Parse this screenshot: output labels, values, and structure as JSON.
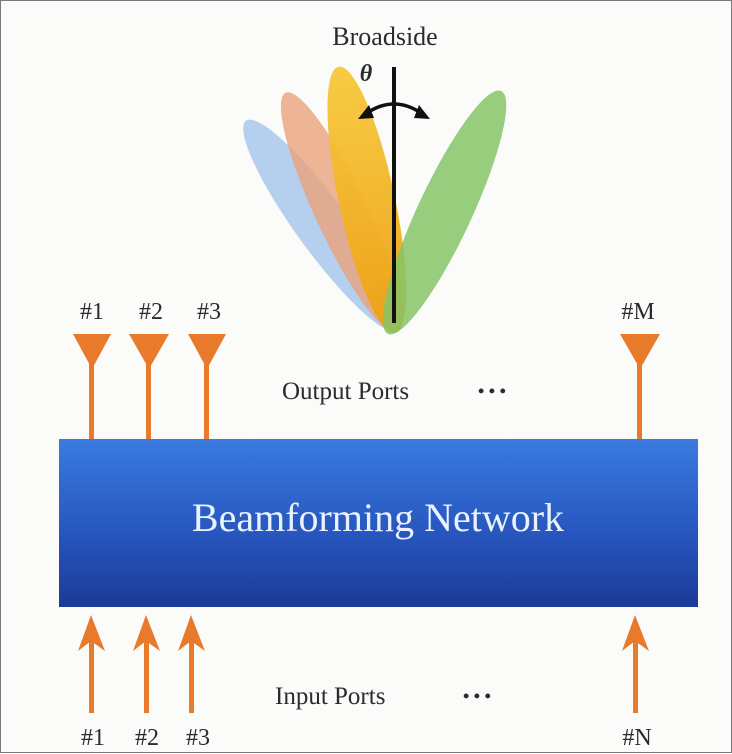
{
  "diagram": {
    "broadside_label": "Broadside",
    "theta_label": "θ",
    "network_label": "Beamforming Network",
    "output_ports_label": "Output Ports",
    "input_ports_label": "Input Ports",
    "ellipsis": "• • •",
    "output_ports": [
      "#1",
      "#2",
      "#3",
      "#M"
    ],
    "input_ports": [
      "#1",
      "#2",
      "#3",
      "#N"
    ],
    "colors": {
      "arrow": "#e87a2c",
      "network_top": "#2f6fd6",
      "network_bottom": "#1d3f9e",
      "beam_blue": "#8fb8e6",
      "beam_salmon": "#e9a17a",
      "beam_yellow": "#f3b21c",
      "beam_green": "#7cbf5c"
    }
  }
}
